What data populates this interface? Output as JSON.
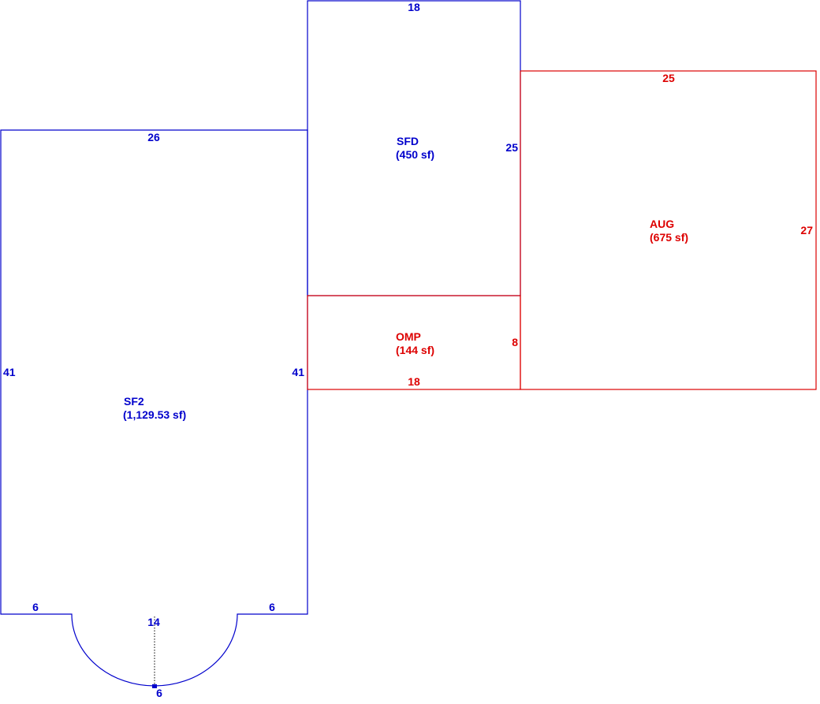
{
  "colors": {
    "blue": "#0000cc",
    "red": "#dd0000"
  },
  "areas": {
    "sf2": {
      "code": "SF2",
      "area": "(1,129.53 sf)"
    },
    "sfd": {
      "code": "SFD",
      "area": "(450 sf)"
    },
    "omp": {
      "code": "OMP",
      "area": "(144 sf)"
    },
    "aug": {
      "code": "AUG",
      "area": "(675 sf)"
    }
  },
  "dimensions": {
    "sf2_top": "26",
    "sf2_left": "41",
    "sf2_right": "41",
    "sf2_bottom_left": "6",
    "sf2_bottom_right": "6",
    "sf2_bay_width": "14",
    "sf2_bay_depth": "6",
    "sfd_top": "18",
    "sfd_right": "25",
    "omp_right": "8",
    "omp_bottom": "18",
    "aug_top": "25",
    "aug_right": "27"
  }
}
